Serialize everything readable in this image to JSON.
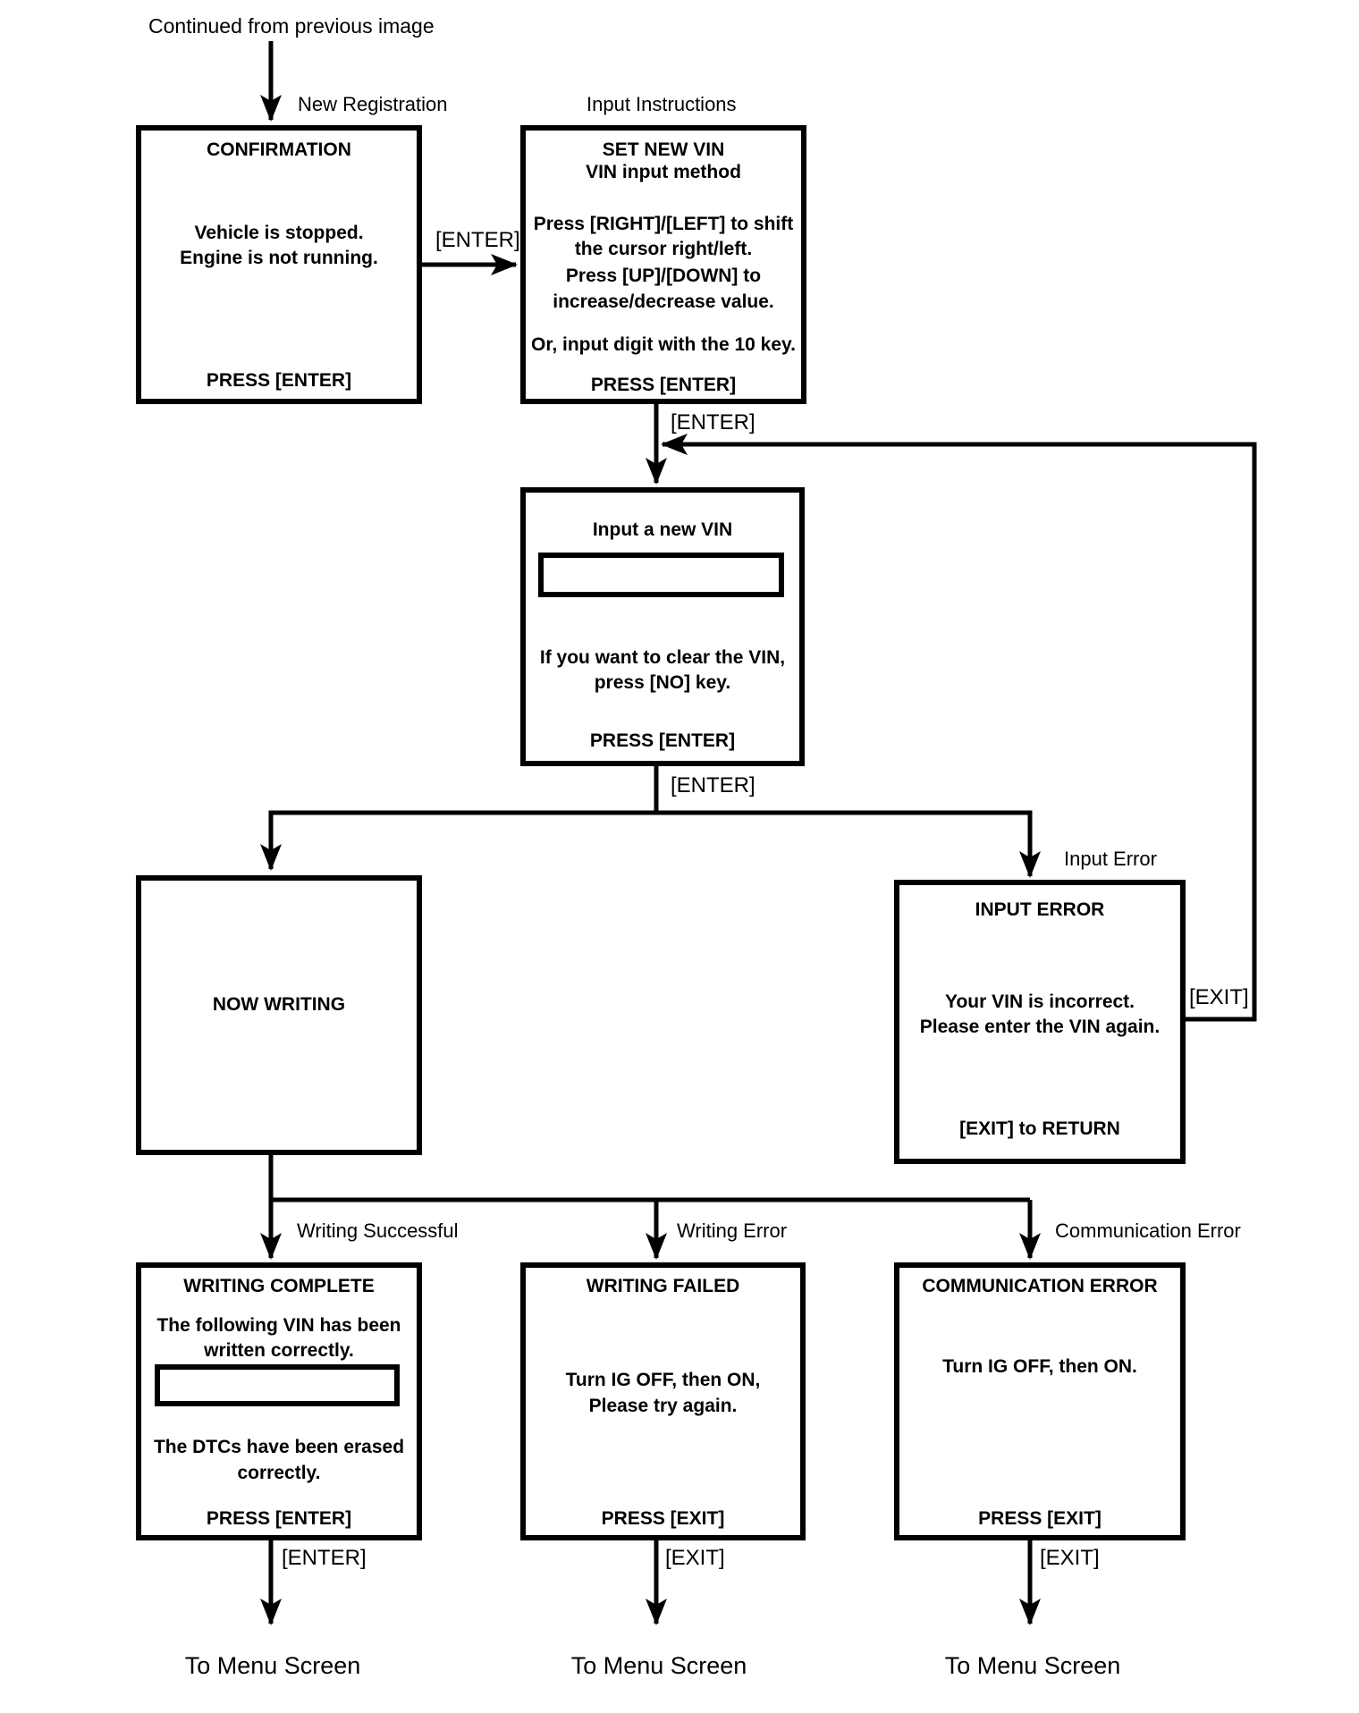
{
  "diagram": {
    "continued_label": "Continued from previous image",
    "menu_label": "To Menu Screen",
    "edge_labels": {
      "enter": "[ENTER]",
      "exit": "[EXIT]"
    },
    "branch_labels": {
      "new_registration": "New Registration",
      "input_instructions": "Input Instructions",
      "input_error": "Input Error",
      "writing_successful": "Writing Successful",
      "writing_error": "Writing Error",
      "communication_error": "Communication Error"
    },
    "boxes": {
      "confirmation": {
        "title": "CONFIRMATION",
        "body": [
          "Vehicle is stopped.",
          "Engine is not running."
        ],
        "footer": "PRESS [ENTER]"
      },
      "set_new_vin": {
        "title": "SET NEW VIN",
        "subtitle": "VIN input method",
        "instructions": [
          "Press [RIGHT]/[LEFT] to shift",
          "the cursor right/left.",
          "Press [UP]/[DOWN] to",
          "increase/decrease value."
        ],
        "alt_instruction": "Or, input digit with the 10 key.",
        "footer": "PRESS [ENTER]"
      },
      "input_new_vin": {
        "title": "Input a new VIN",
        "vin_value": "",
        "body": [
          "If you want to clear the VIN,",
          "press [NO] key."
        ],
        "footer": "PRESS [ENTER]"
      },
      "now_writing": {
        "title": "NOW WRITING"
      },
      "input_error": {
        "title": "INPUT ERROR",
        "body": [
          "Your VIN is incorrect.",
          "Please enter the VIN again."
        ],
        "footer": "[EXIT] to RETURN"
      },
      "writing_complete": {
        "title": "WRITING COMPLETE",
        "body_top": [
          "The following VIN has been",
          "written correctly."
        ],
        "vin_value": "",
        "body_bottom": [
          "The DTCs have been erased",
          "correctly."
        ],
        "footer": "PRESS [ENTER]"
      },
      "writing_failed": {
        "title": "WRITING FAILED",
        "body": [
          "Turn IG OFF, then ON,",
          "Please try again."
        ],
        "footer": "PRESS [EXIT]"
      },
      "communication_error": {
        "title": "COMMUNICATION ERROR",
        "body": [
          "Turn IG OFF, then ON."
        ],
        "footer": "PRESS [EXIT]"
      }
    },
    "colors": {
      "line": "#000000",
      "background": "#ffffff"
    }
  }
}
